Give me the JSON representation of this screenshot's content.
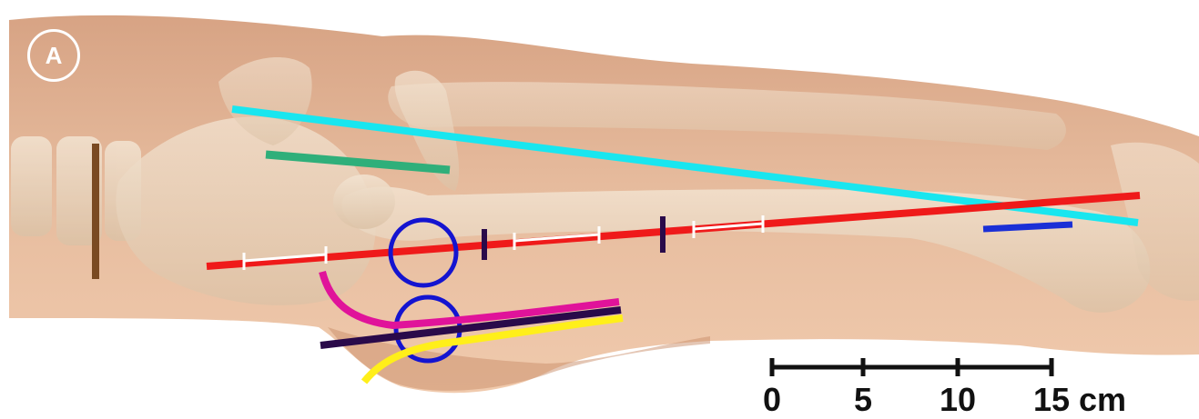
{
  "panel": {
    "label": "A"
  },
  "scale_bar": {
    "ticks": [
      "0",
      "5",
      "10",
      "15"
    ],
    "unit": "cm"
  },
  "colors": {
    "skin": "#e3b596",
    "skin_dark": "#c98d6a",
    "bone": "#efdcc7",
    "cyan_line": "#19e6ef",
    "red_line": "#ef1a1a",
    "green_line": "#2faf7a",
    "brown_line": "#7a4a22",
    "blue_circles": "#1414d0",
    "blue_segment": "#1a2fd6",
    "magenta_line": "#e0139a",
    "yellow_line": "#ffef1a",
    "dark_purple": "#2a0a4a",
    "scale_black": "#111111"
  }
}
